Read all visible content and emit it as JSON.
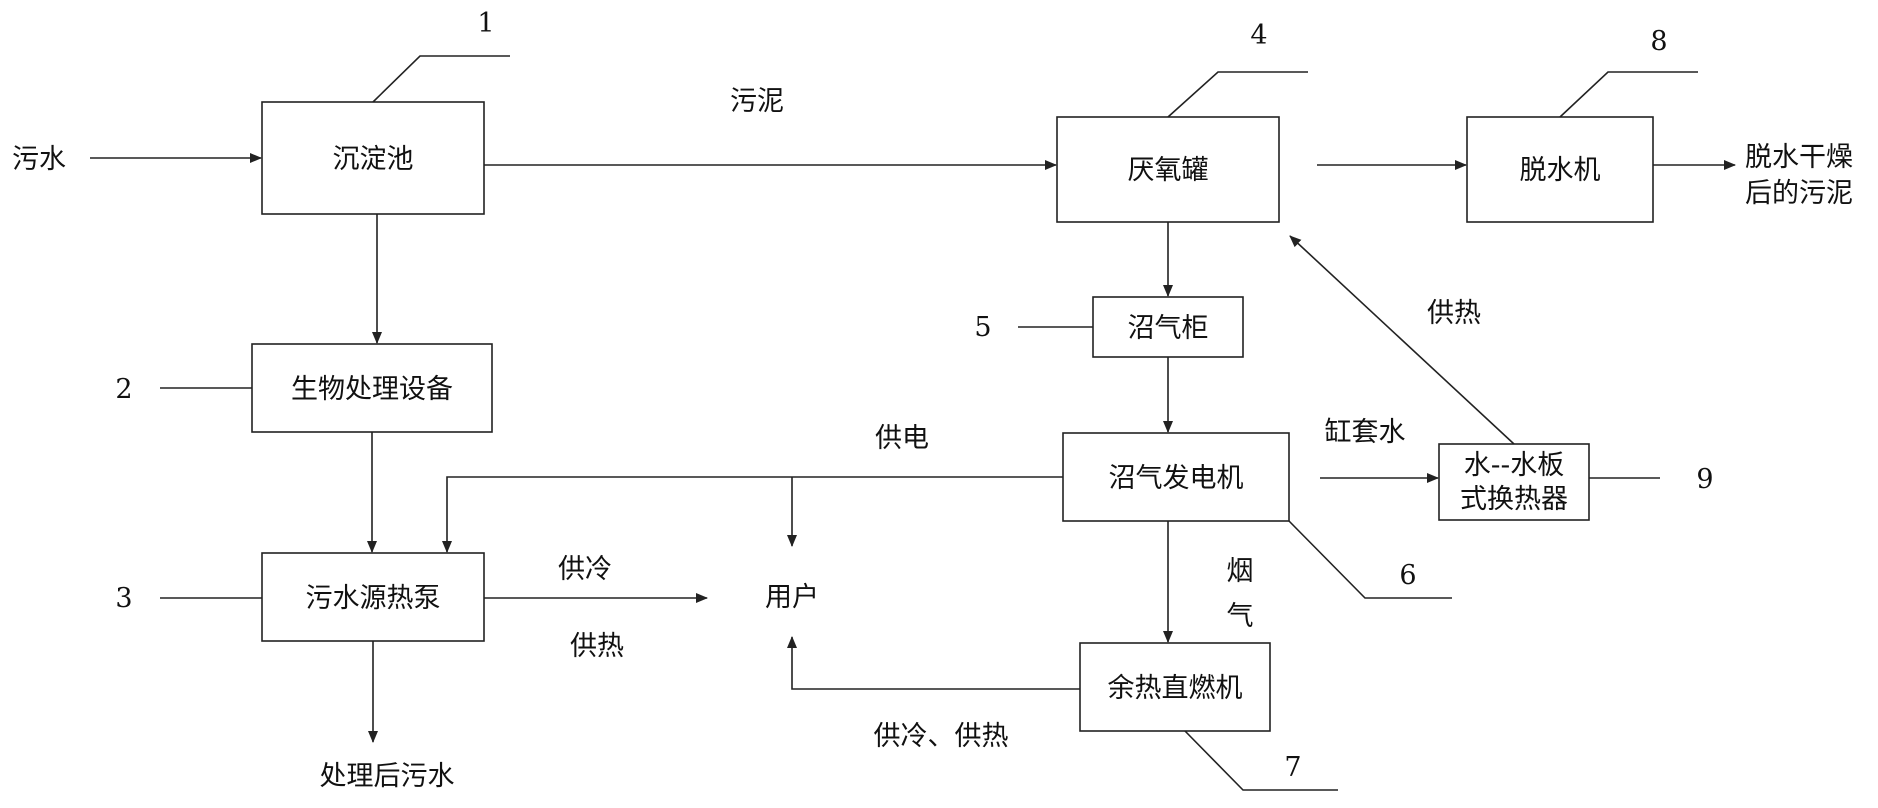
{
  "boxes": {
    "sedimentation_tank": "沉淀池",
    "bio_treatment": "生物处理设备",
    "sewage_heat_pump": "污水源热泵",
    "anaerobic_tank": "厌氧罐",
    "gas_holder": "沼气柜",
    "biogas_generator": "沼气发电机",
    "waste_heat_chiller": "余热直燃机",
    "dewatering_machine": "脱水机",
    "plate_heat_exchanger": [
      "水--水板",
      "式换热器"
    ]
  },
  "labels": {
    "sewage_in": "污水",
    "sludge": "污泥",
    "dried_sludge": [
      "脱水干燥",
      "后的污泥"
    ],
    "treated_sewage": "处理后污水",
    "user": "用户",
    "power_supply": "供电",
    "cooling_supply": "供冷",
    "heating_supply_pump": "供热",
    "heating_supply_tank": "供热",
    "jacket_water": "缸套水",
    "flue_gas": [
      "烟",
      "气"
    ],
    "cooling_heating": "供冷、供热"
  },
  "callouts": [
    "1",
    "2",
    "3",
    "4",
    "5",
    "6",
    "7",
    "8",
    "9"
  ]
}
